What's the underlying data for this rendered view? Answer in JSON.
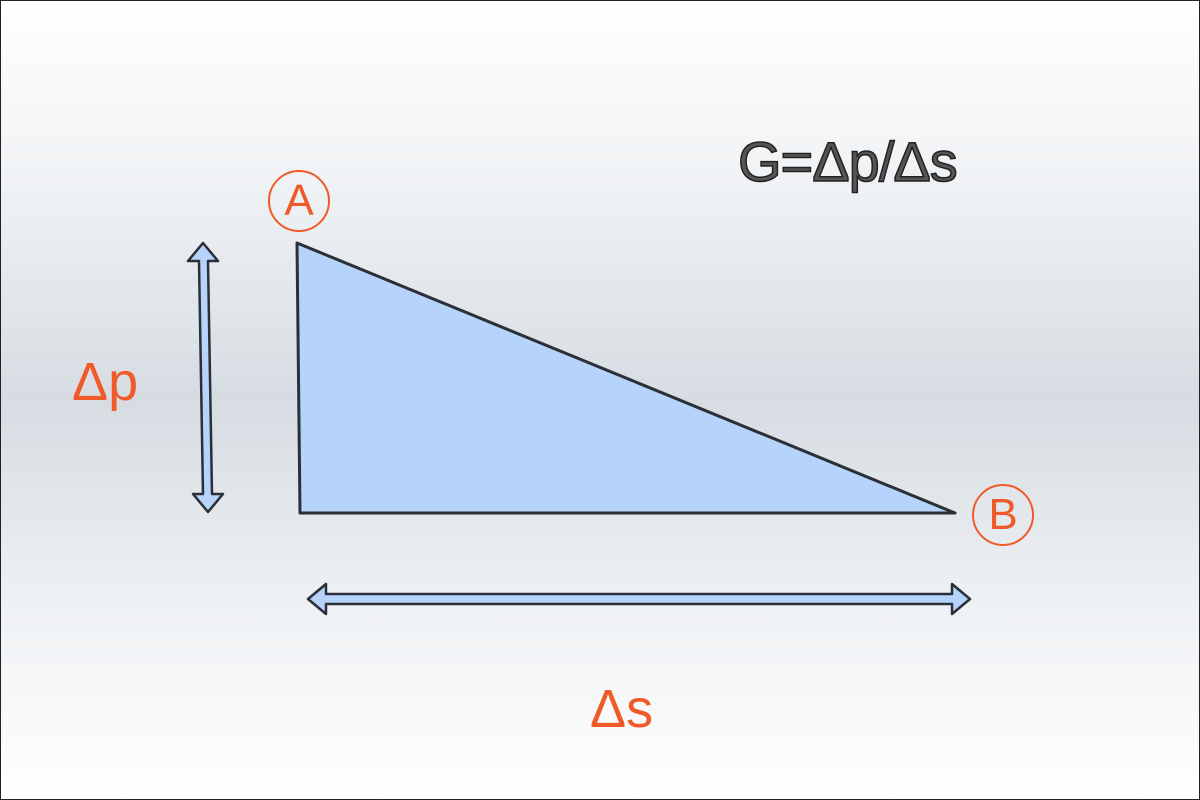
{
  "formula": "G=Δp/Δs",
  "point_a": "A",
  "point_b": "B",
  "delta_p_label": "Δp",
  "delta_s_label": "Δs",
  "colors": {
    "label": "#f05a28",
    "triangle_fill": "#b6d3fb",
    "stroke": "#2b2f36",
    "arrow_fill": "#b6d3fb"
  }
}
